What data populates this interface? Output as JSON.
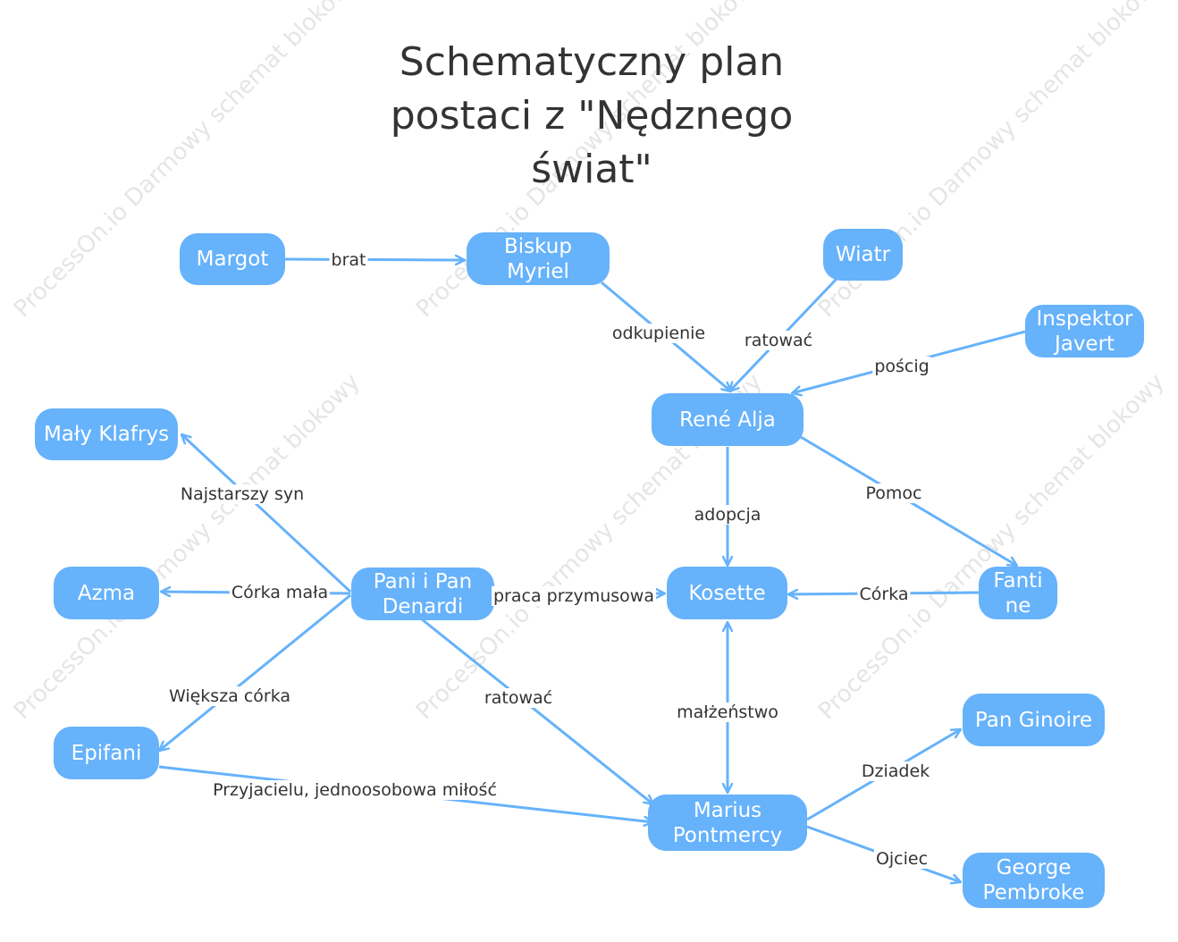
{
  "title": "Schematyczny plan\npostaci z \"Nędznego\nświat\"",
  "watermark": "ProcessOn.io Darmowy schemat blokowy",
  "colors": {
    "node": "#66b2fb",
    "edge": "#66b2fb",
    "text": "#333333"
  },
  "nodes": {
    "margot": "Margot",
    "biskup": "Biskup\nMyriel",
    "wiatr": "Wiatr",
    "javert": "Inspektor\nJavert",
    "rene": "René Alja",
    "klafrys": "Mały Klafrys",
    "azma": "Azma",
    "denardi": "Pani i Pan\nDenardi",
    "kosette": "Kosette",
    "fantine": "Fanti\nne",
    "epifani": "Epifani",
    "ginoire": "Pan Ginoire",
    "marius": "Marius\nPontmercy",
    "george": "George\nPembroke"
  },
  "edges": {
    "brat": "brat",
    "odkupienie": "odkupienie",
    "ratowac1": "ratować",
    "poscig": "pościg",
    "adopcja": "adopcja",
    "pomoc": "Pomoc",
    "najstarszy": "Najstarszy syn",
    "corka_mala": "Córka mała",
    "praca": "praca przymusowa",
    "corka": "Córka",
    "wieksza": "Większa córka",
    "ratowac2": "ratować",
    "malzenstwo": "małżeństwo",
    "przyjaciel": "Przyjacielu, jednoosobowa miłość",
    "dziadek": "Dziadek",
    "ojciec": "Ojciec"
  }
}
